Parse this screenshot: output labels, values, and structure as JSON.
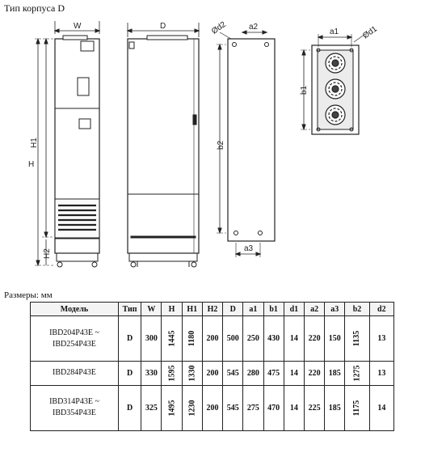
{
  "page": {
    "title": "Тип корпуса D",
    "sizes_caption": "Размеры: мм"
  },
  "drawing": {
    "labels": {
      "W": "W",
      "D": "D",
      "H": "H",
      "H1": "H1",
      "H2": "H2",
      "a1": "a1",
      "a2": "a2",
      "a3": "a3",
      "b1": "b1",
      "b2": "b2",
      "d1": "Ød1",
      "d2": "Ød2"
    }
  },
  "table": {
    "headers": [
      "Модель",
      "Тип",
      "W",
      "H",
      "H1",
      "H2",
      "D",
      "a1",
      "b1",
      "d1",
      "a2",
      "a3",
      "b2",
      "d2"
    ],
    "rows": [
      {
        "model_line1": "IBD204P43E ~",
        "model_line2": "IBD254P43E",
        "type": "D",
        "W": "300",
        "H": "1445",
        "H1": "1180",
        "H2": "200",
        "D": "500",
        "a1": "250",
        "b1": "430",
        "d1": "14",
        "a2": "220",
        "a3": "150",
        "b2": "1135",
        "d2": "13"
      },
      {
        "model_line1": "IBD284P43E",
        "model_line2": "",
        "type": "D",
        "W": "330",
        "H": "1595",
        "H1": "1330",
        "H2": "200",
        "D": "545",
        "a1": "280",
        "b1": "475",
        "d1": "14",
        "a2": "220",
        "a3": "185",
        "b2": "1275",
        "d2": "13"
      },
      {
        "model_line1": "IBD314P43E ~",
        "model_line2": "IBD354P43E",
        "type": "D",
        "W": "325",
        "H": "1495",
        "H1": "1230",
        "H2": "200",
        "D": "545",
        "a1": "275",
        "b1": "470",
        "d1": "14",
        "a2": "225",
        "a3": "185",
        "b2": "1175",
        "d2": "14"
      }
    ]
  }
}
